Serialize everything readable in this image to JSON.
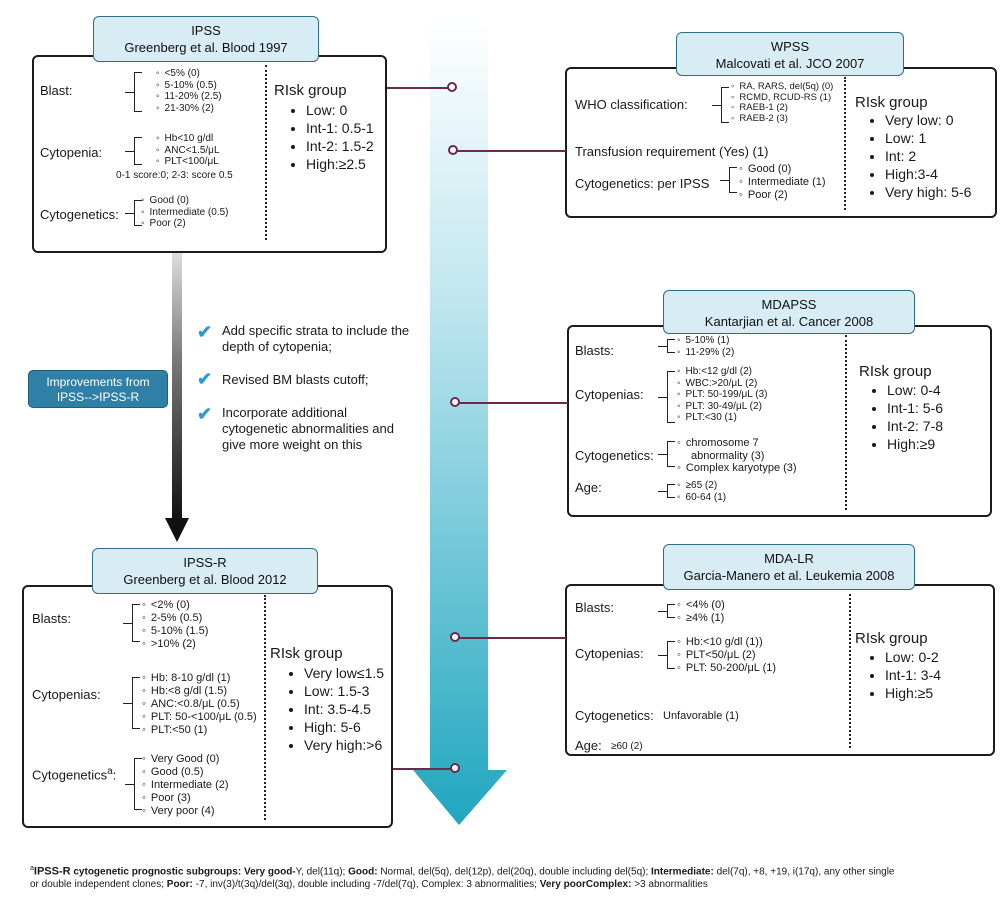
{
  "colors": {
    "arrow_top": "#e9f6fa",
    "arrow_bottom": "#1fa6bf",
    "title_fill": "#d7ecf3",
    "connector": "#6b2a4c",
    "check": "#2b9bd6",
    "improve_fill": "#2f80a6"
  },
  "ipss": {
    "title": "IPSS",
    "subtitle": "Greenberg et al. Blood 1997",
    "blast_label": "Blast:",
    "blast": [
      "<5% (0)",
      "5-10% (0.5)",
      "11-20% (2.5)",
      "21-30% (2)"
    ],
    "cyto_label": "Cytopenia:",
    "cyto": [
      "Hb<10 g/dl",
      "ANC<1.5/μL",
      "PLT<100/μL"
    ],
    "cyto_note": "0-1 score:0; 2-3: score 0.5",
    "cg_label": "Cytogenetics:",
    "cg": [
      "Good (0)",
      "Intermediate (0.5)",
      "Poor (2)"
    ],
    "risk_head": "RIsk group",
    "risk": [
      "Low: 0",
      "Int-1: 0.5-1",
      "Int-2: 1.5-2",
      "High:≥2.5"
    ]
  },
  "improvements": {
    "label": "Improvements from IPSS-->IPSS-R",
    "items": [
      "Add specific strata to include the depth of cytopenia;",
      "Revised BM blasts cutoff;",
      "Incorporate additional cytogenetic abnormalities and give more weight on this"
    ]
  },
  "ipssr": {
    "title": "IPSS-R",
    "subtitle": "Greenberg et al. Blood 2012",
    "blast_label": "Blasts:",
    "blast": [
      "<2% (0)",
      "2-5% (0.5)",
      "5-10% (1.5)",
      ">10% (2)"
    ],
    "cyto_label": "Cytopenias:",
    "cyto": [
      "Hb: 8-10 g/dl (1)",
      "Hb:<8 g/dl (1.5)",
      "ANC:<0.8/μL (0.5)",
      "PLT: 50-<100/μL (0.5)",
      "PLT:<50 (1)"
    ],
    "cg_label": "Cytogenetics",
    "cg_sup": "a",
    "cg": [
      "Very Good (0)",
      "Good (0.5)",
      "Intermediate (2)",
      "Poor (3)",
      "Very poor (4)"
    ],
    "risk_head": "RIsk group",
    "risk": [
      "Very low≤1.5",
      "Low: 1.5-3",
      "Int: 3.5-4.5",
      "High: 5-6",
      "Very high:>6"
    ]
  },
  "wpss": {
    "title": "WPSS",
    "subtitle": "Malcovati et al. JCO 2007",
    "who_label": "WHO classification:",
    "who": [
      "RA, RARS, del(5q) (0)",
      "RCMD, RCUD-RS (1)",
      "RAEB-1 (2)",
      "RAEB-2 (3)"
    ],
    "transfusion": "Transfusion requirement (Yes) (1)",
    "cg_label": "Cytogenetics: per IPSS",
    "cg": [
      "Good (0)",
      "Intermediate (1)",
      "Poor (2)"
    ],
    "risk_head": "RIsk group",
    "risk": [
      "Very low: 0",
      "Low: 1",
      "Int: 2",
      "High:3-4",
      "Very high: 5-6"
    ]
  },
  "mdapss": {
    "title": "MDAPSS",
    "subtitle": "Kantarjian et al. Cancer 2008",
    "blast_label": "Blasts:",
    "blast": [
      "5-10% (1)",
      "11-29% (2)"
    ],
    "cyto_label": "Cytopenias:",
    "cyto": [
      "Hb:<12 g/dl (2)",
      "WBC:>20/μL (2)",
      "PLT: 50-199/μL (3)",
      "PLT: 30-49/μL (2)",
      "PLT:<30 (1)"
    ],
    "cg_label": "Cytogenetics:",
    "cg": [
      "chromosome 7",
      "abnormality (3)",
      "Complex karyotype (3)"
    ],
    "age_label": "Age:",
    "age": [
      "≥65 (2)",
      "60-64 (1)"
    ],
    "risk_head": "RIsk group",
    "risk": [
      "Low: 0-4",
      "Int-1: 5-6",
      "Int-2: 7-8",
      "High:≥9"
    ]
  },
  "mdalr": {
    "title": "MDA-LR",
    "subtitle": "Garcia-Manero et al. Leukemia 2008",
    "blast_label": "Blasts:",
    "blast": [
      "<4% (0)",
      "≥4% (1)"
    ],
    "cyto_label": "Cytopenias:",
    "cyto": [
      "Hb:<10 g/dl (1))",
      "PLT<50/μL (2)",
      "PLT: 50-200/μL (1)"
    ],
    "cg_label": "Cytogenetics:",
    "cg_value": "Unfavorable (1)",
    "age_label": "Age:",
    "age_value": "≥60 (2)",
    "risk_head": "RIsk group",
    "risk": [
      "Low: 0-2",
      "Int-1: 3-4",
      "High:≥5"
    ]
  },
  "footnote": {
    "sup": "a",
    "lead": "IPSS-R",
    "lead_rest": " cytogenetic prognostic subgroups: ",
    "vg_label": "Very good-",
    "vg": "Y, del(11q); ",
    "g_label": "Good: ",
    "g": "Normal, del(5q), del(12p), del(20q), double including del(5q); ",
    "i_label": "Intermediate: ",
    "i": " del(7q), +8, +19, i(17q), any other single",
    "line2a": "or double independent clones; ",
    "p_label": "Poor: ",
    "p": "-7, inv(3)/t(3q)/del(3q), double including -7/del(7q), Complex: 3 abnormalities; ",
    "vp_label": "Very poorComplex: ",
    "vp": ">3 abnormalities"
  }
}
